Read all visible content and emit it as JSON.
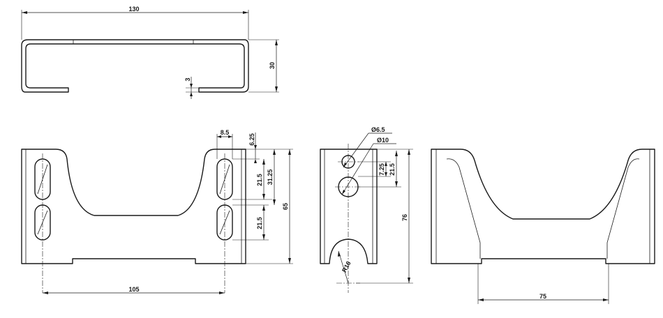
{
  "top_view": {
    "width_dim": "130",
    "height_dim": "30",
    "thickness_dim": "3"
  },
  "front_view": {
    "slot_width_dim": "8.5",
    "slot_offset_dim": "6.25",
    "slot_length_dim": "21.5",
    "slot_pitch_dim": "31.25",
    "lower_slot_dim": "21.5",
    "height_dim": "65",
    "slot_spacing_dim": "105"
  },
  "side_view": {
    "small_hole_dim": "Ø6.5",
    "large_hole_dim": "Ø10",
    "hole_gap_dim": "7.25",
    "hole_pitch_dim": "21.5",
    "height_dim": "76",
    "radius_dim": "R16"
  },
  "back_view": {
    "inner_width_dim": "75"
  }
}
